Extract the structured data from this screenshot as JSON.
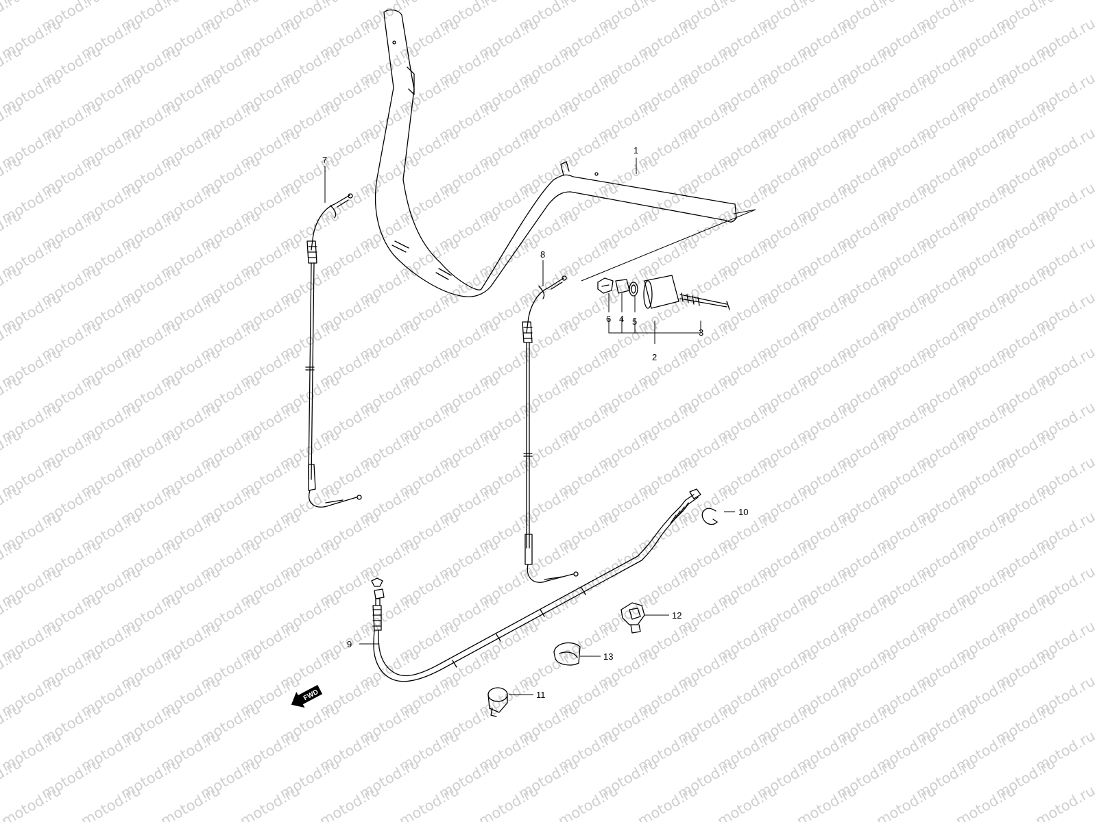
{
  "watermark": {
    "text": "motod.ru",
    "color": "#cfcfcf"
  },
  "callouts": [
    {
      "id": "c1",
      "label": "1"
    },
    {
      "id": "c2",
      "label": "2"
    },
    {
      "id": "c3",
      "label": "3"
    },
    {
      "id": "c4",
      "label": "4"
    },
    {
      "id": "c5",
      "label": "5"
    },
    {
      "id": "c6",
      "label": "6"
    },
    {
      "id": "c7",
      "label": "7"
    },
    {
      "id": "c8",
      "label": "8"
    },
    {
      "id": "c9",
      "label": "9"
    },
    {
      "id": "c10",
      "label": "10"
    },
    {
      "id": "c11",
      "label": "11"
    },
    {
      "id": "c12",
      "label": "12"
    },
    {
      "id": "c13",
      "label": "13"
    }
  ],
  "direction_badge": {
    "text": "FWD",
    "icon": "fwd-arrow-icon"
  }
}
